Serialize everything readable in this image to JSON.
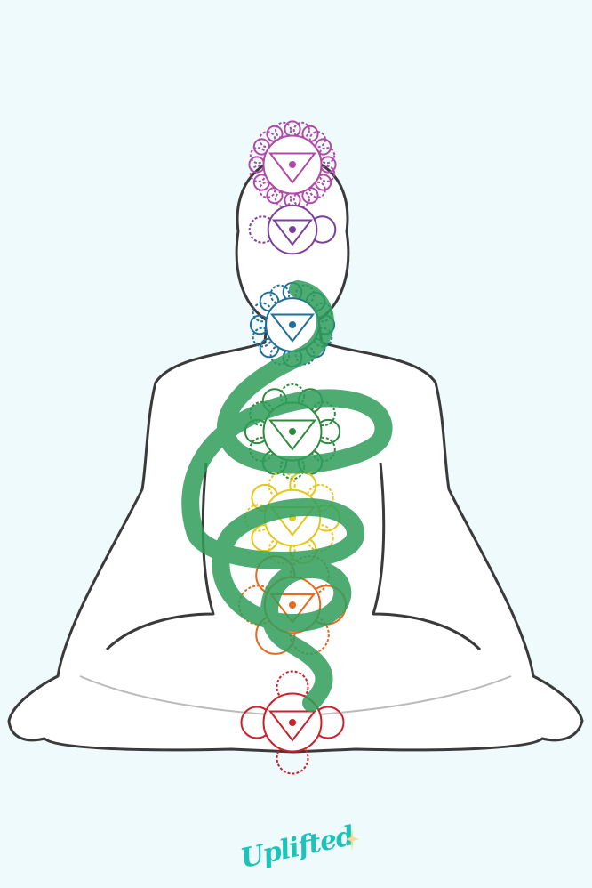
{
  "brand": {
    "logo_text": "Uplifted",
    "color": "#1fc2b8"
  },
  "colors": {
    "background": "#eefafb",
    "outline": "#3a3a3a",
    "snake": "#2f9e5a"
  },
  "chakras": [
    {
      "name": "crown",
      "color": "#b04aa8",
      "petals": 24
    },
    {
      "name": "third-eye",
      "color": "#7b3fa0",
      "petals": 2
    },
    {
      "name": "throat",
      "color": "#1f6f9a",
      "petals": 16
    },
    {
      "name": "heart",
      "color": "#2e8b3e",
      "petals": 12
    },
    {
      "name": "solar-plexus",
      "color": "#e6c619",
      "petals": 10
    },
    {
      "name": "sacral",
      "color": "#e86a1c",
      "petals": 6
    },
    {
      "name": "root",
      "color": "#cc1f2a",
      "petals": 4
    }
  ]
}
